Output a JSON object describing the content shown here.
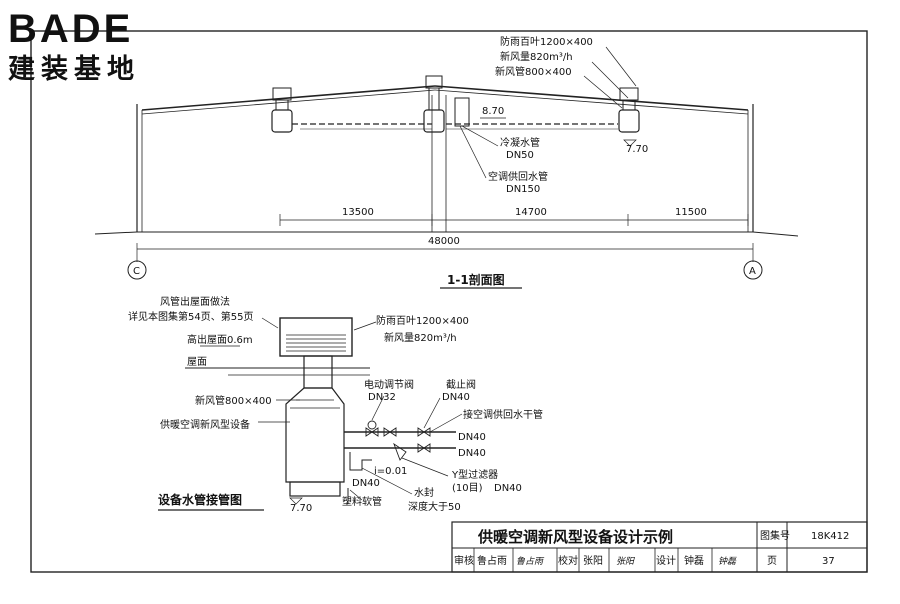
{
  "logo": {
    "brand": "BADE",
    "subtitle": "建装基地"
  },
  "section": {
    "callouts": {
      "louver": "防雨百叶1200×400",
      "airflow": "新风量820m³/h",
      "duct": "新风管800×400",
      "elev_top": "8.70",
      "elev_eave": "7.70",
      "condensate": "冷凝水管",
      "condensate_dn": "DN50",
      "supply_return": "空调供回水管",
      "supply_return_dn": "DN150"
    },
    "dims": {
      "span1": "13500",
      "span2": "14700",
      "span3": "11500",
      "total": "48000"
    },
    "axes": {
      "left": "C",
      "right": "A"
    },
    "title": "1-1剖面图"
  },
  "detail": {
    "roof_outlet": "风管出屋面做法",
    "roof_ref": "详见本图集第54页、第55页",
    "above_roof": "高出屋面0.6m",
    "roof": "屋面",
    "duct": "新风管800×400",
    "unit": "供暖空调新风型设备",
    "louver": "防雨百叶1200×400",
    "airflow": "新风量820m³/h",
    "motor_valve": "电动调节阀",
    "motor_valve_dn": "DN32",
    "stop_valve": "截止阀",
    "stop_valve_dn": "DN40",
    "main_pipe": "接空调供回水干管",
    "dn40_a": "DN40",
    "dn40_b": "DN40",
    "slope": "i=0.01",
    "y_filter": "Y型过滤器",
    "mesh": "(10目)",
    "mesh_dn": "DN40",
    "drain_dn": "DN40",
    "water_seal": "水封",
    "seal_depth": "深度大于50",
    "hose": "塑料软管",
    "elev": "7.70",
    "title": "设备水管接管图"
  },
  "titleblock": {
    "title": "供暖空调新风型设备设计示例",
    "atlas_label": "图集号",
    "atlas_no": "18K412",
    "page_label": "页",
    "page_no": "37",
    "review_label": "审核",
    "review_name": "鲁占雨",
    "review_sig": "鲁占雨",
    "check_label": "校对",
    "check_name": "张阳",
    "check_sig": "张阳",
    "design_label": "设计",
    "design_name": "钟磊",
    "design_sig": "钟磊"
  }
}
